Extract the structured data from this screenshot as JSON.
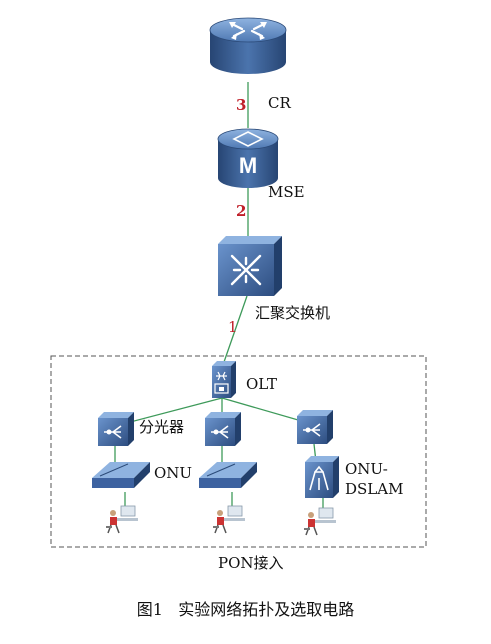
{
  "nodes": {
    "cr": "CR",
    "mse": "MSE",
    "aggregation_switch": "汇聚交换机",
    "olt": "OLT",
    "splitter": "分光器",
    "onu": "ONU",
    "onu_dslam_line1": "ONU-",
    "onu_dslam_line2": "DSLAM"
  },
  "links": {
    "cr_mse": "3",
    "mse_switch": "2",
    "switch_olt": "1"
  },
  "pon_area": "PON接入",
  "caption": "图1   实验网络拓扑及选取电路",
  "colors": {
    "device_dark": "#2b4a78",
    "device_light": "#5c86c0",
    "link_green": "#3e9a5a",
    "number_red": "#c0202a"
  }
}
